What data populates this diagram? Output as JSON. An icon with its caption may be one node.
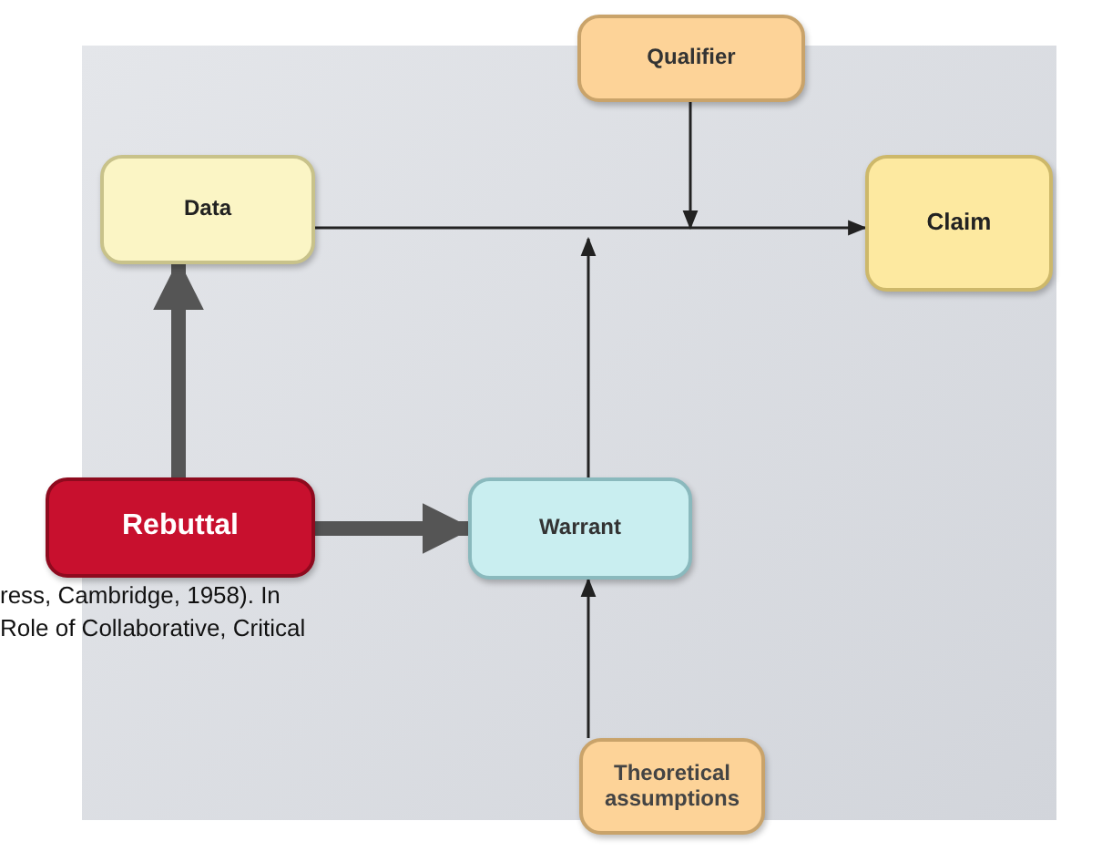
{
  "diagram": {
    "nodes": [
      {
        "text": [
          "Qualifier"
        ]
      },
      {
        "text": [
          "Data"
        ]
      },
      {
        "text": [
          "Claim"
        ]
      },
      {
        "text": [
          "Rebuttal"
        ]
      },
      {
        "text": [
          "Warrant"
        ]
      },
      {
        "text": [
          "Theoretical assumptions"
        ]
      }
    ],
    "edges": [
      {
        "from": 1,
        "to": 2,
        "arrow": "to"
      },
      {
        "from": 0,
        "to": null,
        "arrow": "to"
      },
      {
        "from": 4,
        "to": null,
        "arrow": "to"
      },
      {
        "from": 3,
        "to": 1,
        "arrow": "to",
        "style": "thick",
        "color": "#555555"
      },
      {
        "from": 3,
        "to": 4,
        "arrow": "to",
        "style": "thick",
        "color": "#555555"
      },
      {
        "from": 5,
        "to": 4,
        "arrow": "to"
      }
    ],
    "labels": [
      "ress, Cambridge, 1958). In",
      "Role of Collaborative, Critical"
    ]
  }
}
